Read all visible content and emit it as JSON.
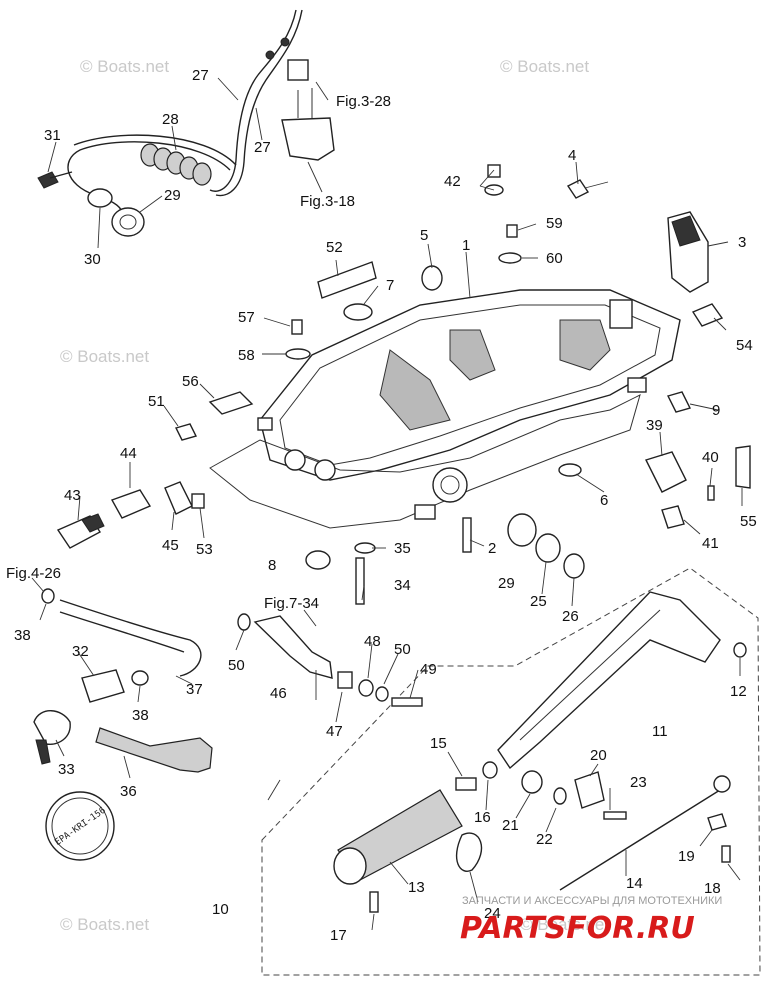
{
  "watermark": "© Boats.net",
  "figure_refs": {
    "fig_3_28": "Fig.3-28",
    "fig_3_18": "Fig.3-18",
    "fig_4_26": "Fig.4-26",
    "fig_7_34": "Fig.7-34"
  },
  "part_numbers": {
    "p1": "1",
    "p2": "2",
    "p3": "3",
    "p4": "4",
    "p5": "5",
    "p6": "6",
    "p7": "7",
    "p8": "8",
    "p9": "9",
    "p10": "10",
    "p11": "11",
    "p12": "12",
    "p13": "13",
    "p14": "14",
    "p15": "15",
    "p16": "16",
    "p17": "17",
    "p18": "18",
    "p19": "19",
    "p20": "20",
    "p21": "21",
    "p22": "22",
    "p23": "23",
    "p24": "24",
    "p25": "25",
    "p26": "26",
    "p27a": "27",
    "p27b": "27",
    "p28": "28",
    "p29a": "29",
    "p29b": "29",
    "p30": "30",
    "p31": "31",
    "p32": "32",
    "p33": "33",
    "p34": "34",
    "p35": "35",
    "p36": "36",
    "p37": "37",
    "p38a": "38",
    "p38b": "38",
    "p39": "39",
    "p40": "40",
    "p41": "41",
    "p42": "42",
    "p43": "43",
    "p44": "44",
    "p45": "45",
    "p46": "46",
    "p47": "47",
    "p48": "48",
    "p49": "49",
    "p50a": "50",
    "p50b": "50",
    "p51": "51",
    "p52": "52",
    "p53": "53",
    "p54": "54",
    "p55": "55",
    "p56": "56",
    "p57": "57",
    "p58": "58",
    "p59": "59",
    "p60": "60"
  },
  "epa_stamp": "EPA-KRI-156",
  "footer": {
    "subtitle": "ЗАПЧАСТИ И АКСЕССУАРЫ ДЛЯ МОТОТЕХНИКИ",
    "logo": "PARTSFOR.RU"
  }
}
